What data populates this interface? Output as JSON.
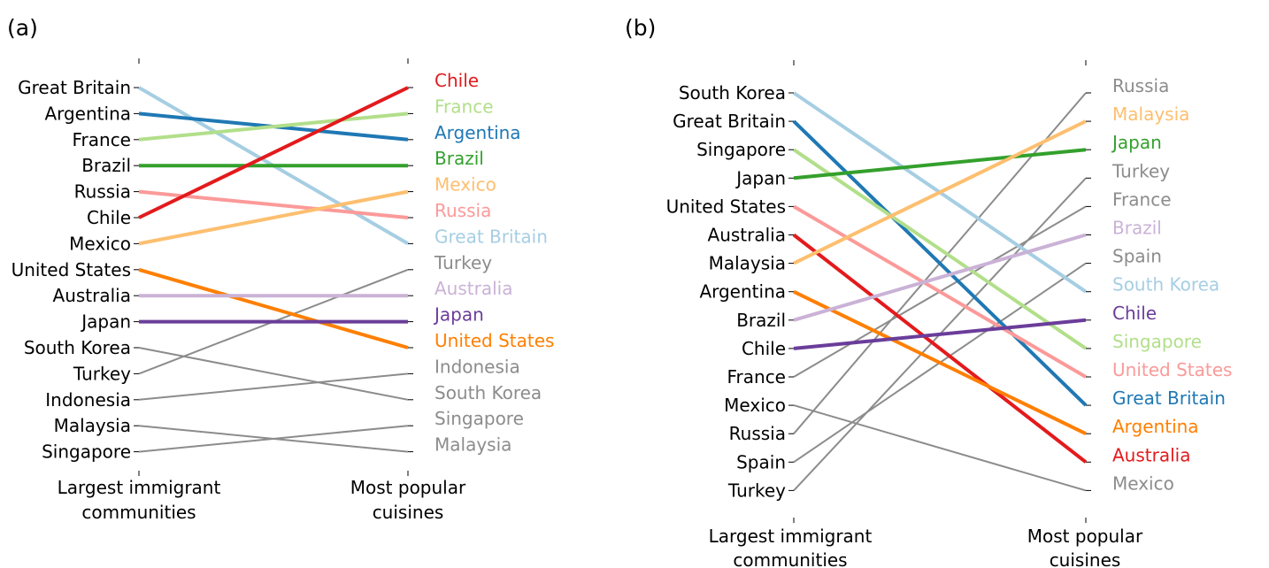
{
  "colors": {
    "gray": "#8c8c8c",
    "Chile_a": "#e31a1c",
    "France_a": "#b2df8a",
    "Argentina_a": "#1f78b4",
    "Brazil_a": "#33a02c",
    "Mexico_a": "#fdbf6f",
    "Russia_a": "#fb9a99",
    "GreatBritain_a": "#a6cee3",
    "Australia_a": "#cab2d6",
    "Japan_a": "#6a3d9a",
    "UnitedStates_a": "#ff7f00"
  },
  "chart_data": [
    {
      "type": "slope",
      "panel_label": "(a)",
      "xlabels": [
        "Largest immigrant\ncommunities",
        "Most popular\ncuisines"
      ],
      "left_ranking": [
        "Great Britain",
        "Argentina",
        "France",
        "Brazil",
        "Russia",
        "Chile",
        "Mexico",
        "United States",
        "Australia",
        "Japan",
        "South Korea",
        "Turkey",
        "Indonesia",
        "Malaysia",
        "Singapore"
      ],
      "right_ranking": [
        "Chile",
        "France",
        "Argentina",
        "Brazil",
        "Mexico",
        "Russia",
        "Great Britain",
        "Turkey",
        "Australia",
        "Japan",
        "United States",
        "Indonesia",
        "South Korea",
        "Singapore",
        "Malaysia"
      ],
      "highlight_colors": {
        "Chile": "#e31a1c",
        "France": "#b2df8a",
        "Argentina": "#1f78b4",
        "Brazil": "#33a02c",
        "Mexico": "#fdbf6f",
        "Russia": "#fb9a99",
        "Great Britain": "#a6cee3",
        "Australia": "#cab2d6",
        "Japan": "#6a3d9a",
        "United States": "#ff7f00"
      }
    },
    {
      "type": "slope",
      "panel_label": "(b)",
      "xlabels": [
        "Largest immigrant\ncommunities",
        "Most popular\ncuisines"
      ],
      "left_ranking": [
        "South Korea",
        "Great Britain",
        "Singapore",
        "Japan",
        "United States",
        "Australia",
        "Malaysia",
        "Argentina",
        "Brazil",
        "Chile",
        "France",
        "Mexico",
        "Russia",
        "Spain",
        "Turkey"
      ],
      "right_ranking": [
        "Russia",
        "Malaysia",
        "Japan",
        "Turkey",
        "France",
        "Brazil",
        "Spain",
        "South Korea",
        "Chile",
        "Singapore",
        "United States",
        "Great Britain",
        "Argentina",
        "Australia",
        "Mexico"
      ],
      "highlight_colors": {
        "South Korea": "#a6cee3",
        "Great Britain": "#1f78b4",
        "Singapore": "#b2df8a",
        "Japan": "#33a02c",
        "United States": "#fb9a99",
        "Australia": "#e31a1c",
        "Malaysia": "#fdbf6f",
        "Argentina": "#ff7f00",
        "Brazil": "#cab2d6",
        "Chile": "#6a3d9a"
      }
    }
  ]
}
